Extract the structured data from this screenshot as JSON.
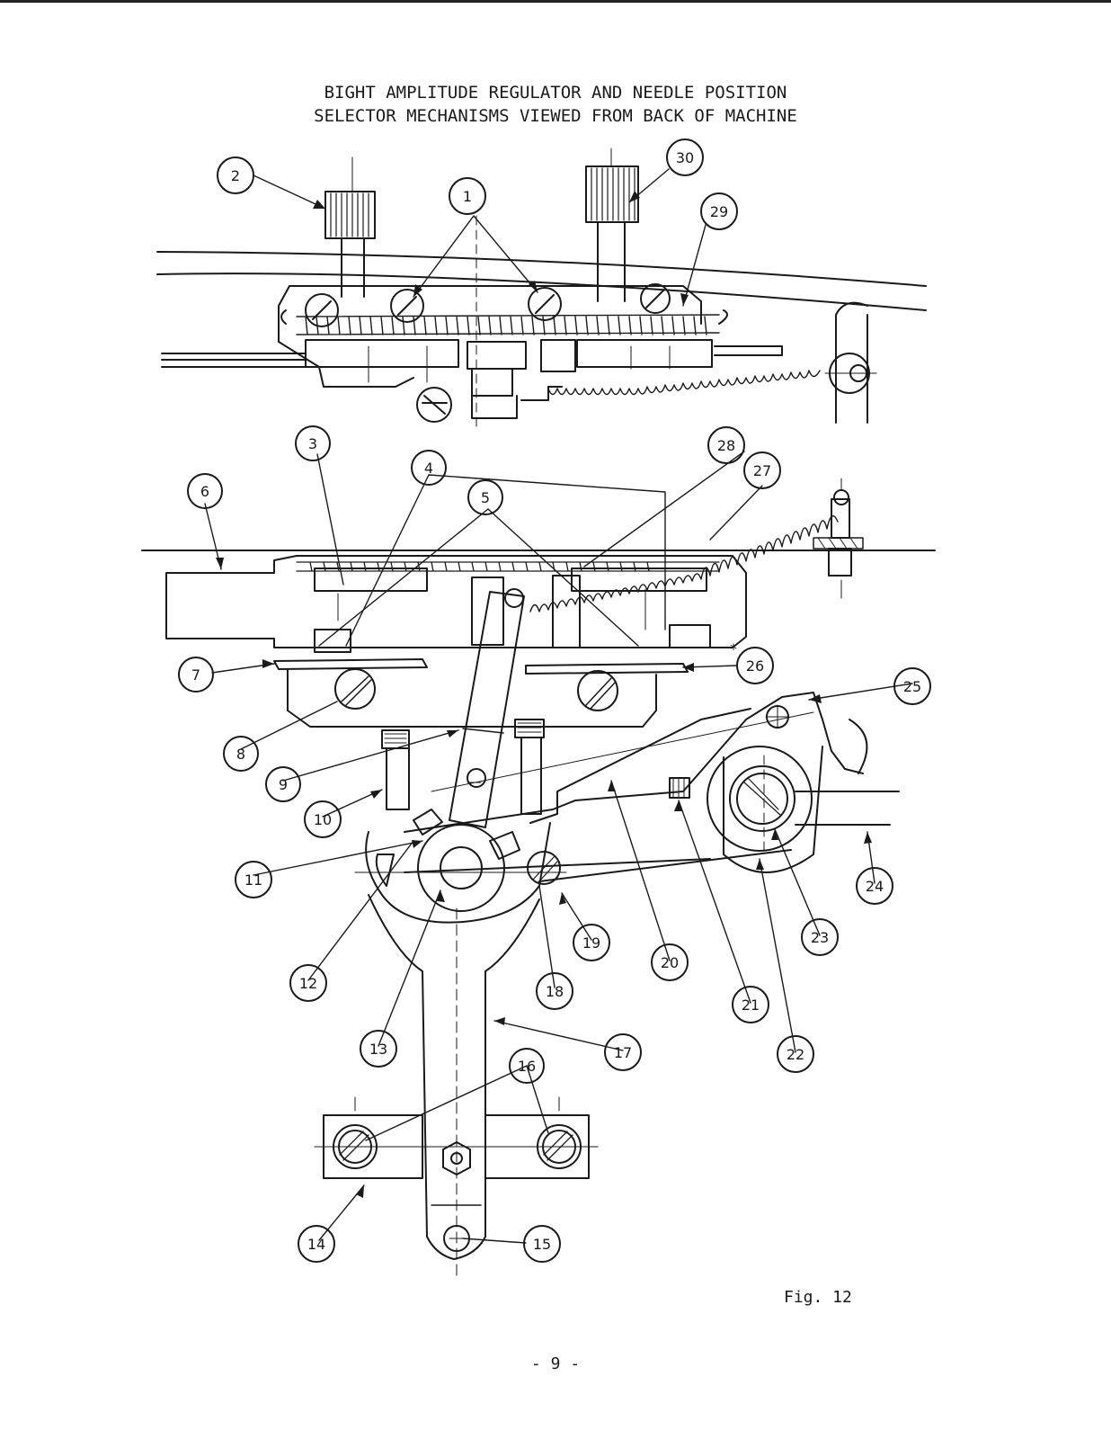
{
  "title_lines": [
    "BIGHT AMPLITUDE REGULATOR AND NEEDLE POSITION",
    "SELECTOR MECHANISMS VIEWED FROM BACK OF MACHINE"
  ],
  "figure_label": "Fig. 12",
  "page_number": "- 9 -",
  "callouts": [
    "1",
    "2",
    "3",
    "4",
    "5",
    "6",
    "7",
    "8",
    "9",
    "10",
    "11",
    "12",
    "13",
    "14",
    "15",
    "16",
    "17",
    "18",
    "19",
    "20",
    "21",
    "22",
    "23",
    "24",
    "25",
    "26",
    "27",
    "28",
    "29",
    "30"
  ],
  "asterisk": "*",
  "colors": {
    "ink": "#1a1a1a",
    "paper": "#ffffff"
  }
}
